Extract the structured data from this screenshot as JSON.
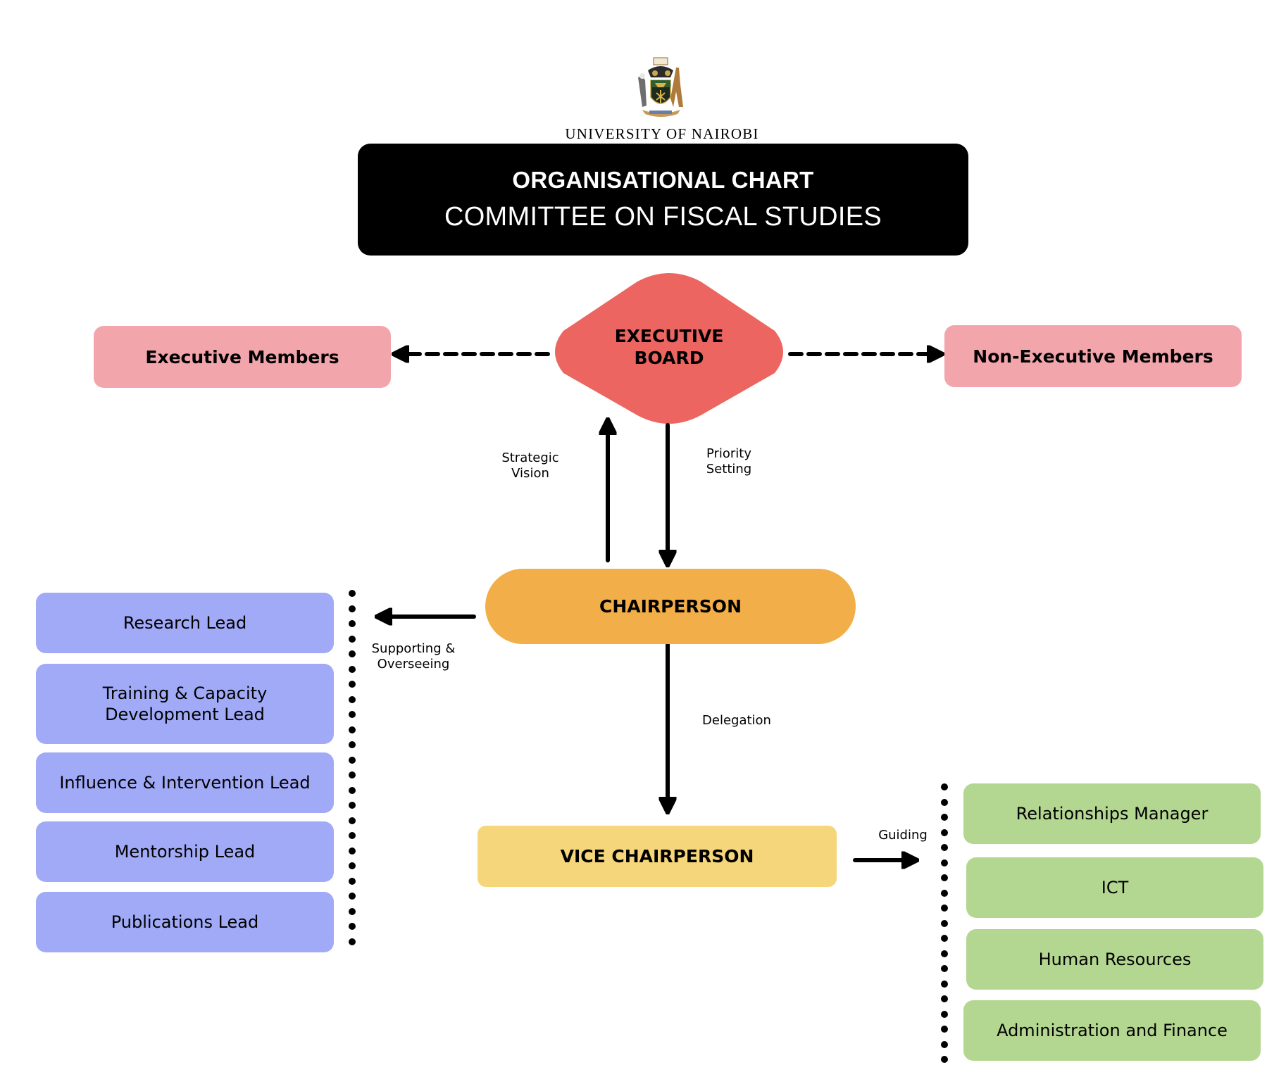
{
  "header": {
    "institution": "UNIVERSITY OF NAIROBI",
    "logo_icon": "coat-of-arms-icon",
    "title_line1": "ORGANISATIONAL CHART",
    "title_line2": "COMMITTEE ON FISCAL STUDIES"
  },
  "nodes": {
    "executive_board": {
      "line1": "EXECUTIVE",
      "line2": "BOARD",
      "color": "#EC6560"
    },
    "executive_members": {
      "label": "Executive Members",
      "color": "#F2A6AC"
    },
    "non_executive_members": {
      "label": "Non-Executive Members",
      "color": "#F2A6AC"
    },
    "chairperson": {
      "label": "CHAIRPERSON",
      "color": "#F2AE48"
    },
    "vice_chairperson": {
      "label": "VICE CHAIRPERSON",
      "color": "#F6D67A"
    }
  },
  "leads": {
    "color": "#A0AAF7",
    "items": [
      {
        "label": "Research Lead"
      },
      {
        "label": "Training & Capacity Development Lead",
        "line1": "Training & Capacity",
        "line2": "Development Lead"
      },
      {
        "label": "Influence & Intervention Lead"
      },
      {
        "label": "Mentorship Lead"
      },
      {
        "label": "Publications Lead"
      }
    ]
  },
  "support_units": {
    "color": "#B3D790",
    "items": [
      {
        "label": "Relationships Manager"
      },
      {
        "label": "ICT"
      },
      {
        "label": "Human Resources"
      },
      {
        "label": "Administration and Finance"
      }
    ]
  },
  "edges": {
    "strategic_vision": {
      "line1": "Strategic",
      "line2": "Vision",
      "from": "chairperson",
      "to": "executive_board"
    },
    "priority_setting": {
      "line1": "Priority",
      "line2": "Setting",
      "from": "executive_board",
      "to": "chairperson"
    },
    "supporting_overseeing": {
      "line1": "Supporting &",
      "line2": "Overseeing",
      "from": "chairperson",
      "to": "leads"
    },
    "delegation": {
      "label": "Delegation",
      "from": "chairperson",
      "to": "vice_chairperson"
    },
    "guiding": {
      "label": "Guiding",
      "from": "vice_chairperson",
      "to": "support_units"
    },
    "to_executive_members": {
      "style": "dashed",
      "from": "executive_board",
      "to": "executive_members"
    },
    "to_non_executive_members": {
      "style": "dashed",
      "from": "executive_board",
      "to": "non_executive_members"
    }
  }
}
